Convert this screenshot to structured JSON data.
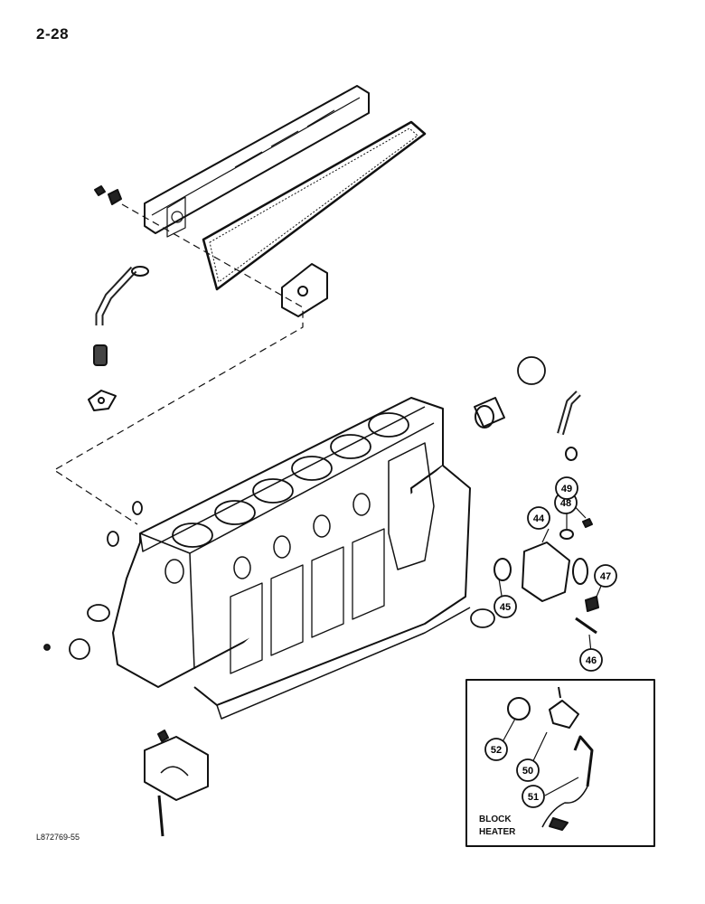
{
  "page": {
    "number": "2-28",
    "ref_code": "L872769-55"
  },
  "callouts": [
    {
      "id": "44",
      "label": "44"
    },
    {
      "id": "45",
      "label": "45"
    },
    {
      "id": "46",
      "label": "46"
    },
    {
      "id": "47",
      "label": "47"
    },
    {
      "id": "48",
      "label": "48"
    },
    {
      "id": "49",
      "label": "49"
    },
    {
      "id": "50",
      "label": "50"
    },
    {
      "id": "51",
      "label": "51"
    },
    {
      "id": "52",
      "label": "52"
    }
  ],
  "inset": {
    "line1": "BLOCK",
    "line2": "HEATER"
  }
}
